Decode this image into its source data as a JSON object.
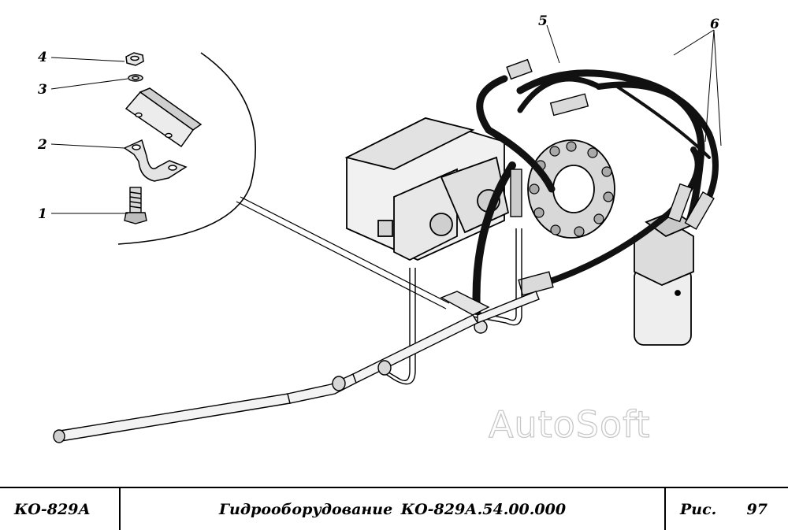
{
  "diagram": {
    "callouts": [
      {
        "id": "4",
        "label": "4"
      },
      {
        "id": "3",
        "label": "3"
      },
      {
        "id": "2",
        "label": "2"
      },
      {
        "id": "1",
        "label": "1"
      },
      {
        "id": "5",
        "label": "5"
      },
      {
        "id": "6",
        "label": "6"
      }
    ],
    "watermark": "AutoSoft"
  },
  "title_block": {
    "model": "КО-829А",
    "title": "Гидрооборудование  КО-829А.54.00.000",
    "figure_label": "Рис.",
    "figure_number": "97"
  }
}
